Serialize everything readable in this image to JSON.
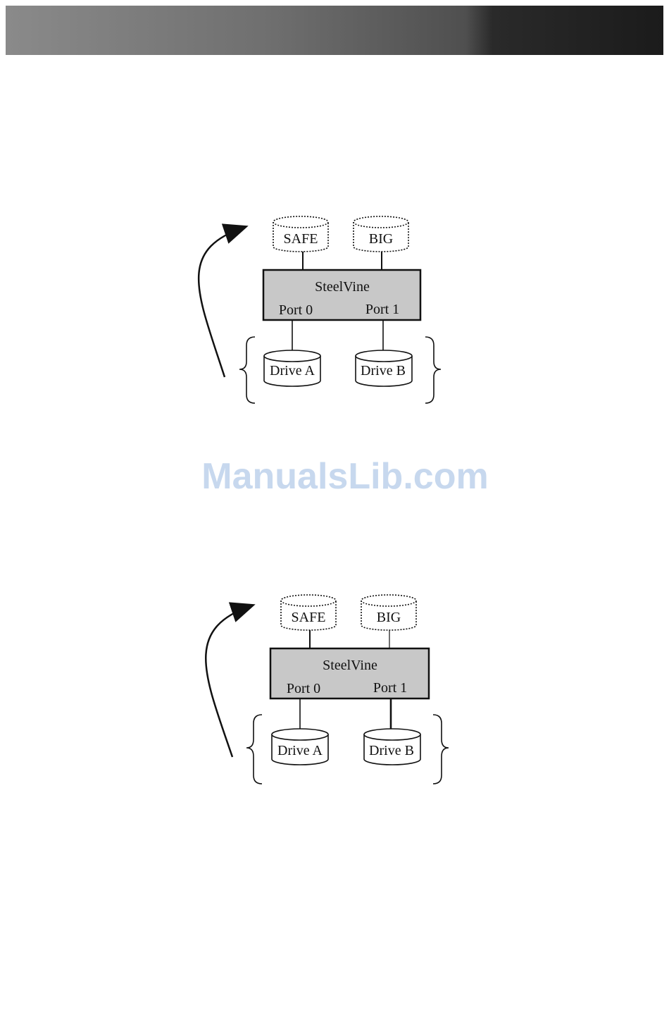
{
  "header": {
    "color_left": "#8a8a8a",
    "color_right": "#1b1b1b"
  },
  "diagram_top": {
    "virtual_drives": [
      "SAFE",
      "BIG"
    ],
    "controller": {
      "name": "SteelVine",
      "ports": [
        "Port 0",
        "Port 1"
      ]
    },
    "physical_drives": [
      "Drive A",
      "Drive B"
    ]
  },
  "diagram_bottom": {
    "virtual_drives": [
      "SAFE",
      "BIG"
    ],
    "controller": {
      "name": "SteelVine",
      "ports": [
        "Port 0",
        "Port 1"
      ]
    },
    "physical_drives": [
      "Drive A",
      "Drive B"
    ]
  },
  "watermark": {
    "text": "ManualsLib.com",
    "color": "#c7d8ee"
  },
  "colors": {
    "controller_fill": "#c8c8c8",
    "stroke": "#111111"
  }
}
